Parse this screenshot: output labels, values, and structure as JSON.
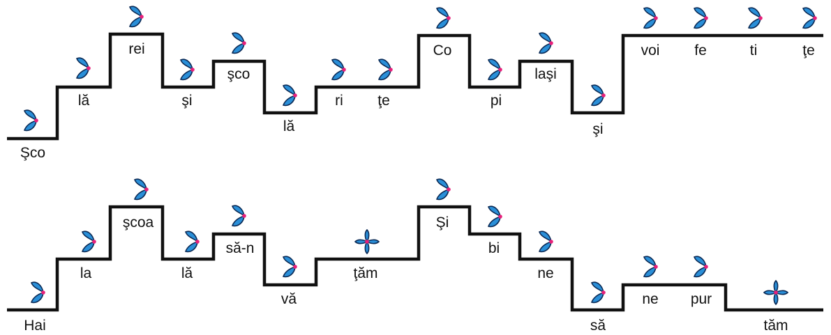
{
  "colors": {
    "line": "#111111",
    "petal_fill": "#2a8fd8",
    "petal_stroke": "#0b2a55",
    "dot": "#e8207a",
    "text": "#111111"
  },
  "rows": [
    {
      "syllables": [
        {
          "text": "Şco",
          "icon": "flower-two-petal-icon"
        },
        {
          "text": "lă",
          "icon": "flower-two-petal-icon"
        },
        {
          "text": "rei",
          "icon": "flower-two-petal-icon"
        },
        {
          "text": "şi",
          "icon": "flower-two-petal-icon"
        },
        {
          "text": "şco",
          "icon": "flower-two-petal-icon"
        },
        {
          "text": "lă",
          "icon": "flower-two-petal-icon"
        },
        {
          "text": "ri",
          "icon": "flower-two-petal-icon"
        },
        {
          "text": "ţe",
          "icon": "flower-two-petal-icon"
        },
        {
          "text": "Co",
          "icon": "flower-two-petal-icon"
        },
        {
          "text": "pi",
          "icon": "flower-two-petal-icon"
        },
        {
          "text": "laşi",
          "icon": "flower-two-petal-icon"
        },
        {
          "text": "şi",
          "icon": "flower-two-petal-icon"
        },
        {
          "text": "voi",
          "icon": "flower-two-petal-icon"
        },
        {
          "text": "fe",
          "icon": "flower-two-petal-icon"
        },
        {
          "text": "ti",
          "icon": "flower-two-petal-icon"
        },
        {
          "text": "ţe",
          "icon": "flower-two-petal-icon"
        }
      ]
    },
    {
      "syllables": [
        {
          "text": "Hai",
          "icon": "flower-two-petal-icon"
        },
        {
          "text": "la",
          "icon": "flower-two-petal-icon"
        },
        {
          "text": "şcoa",
          "icon": "flower-two-petal-icon"
        },
        {
          "text": "lă",
          "icon": "flower-two-petal-icon"
        },
        {
          "text": "să-n",
          "icon": "flower-two-petal-icon"
        },
        {
          "text": "vă",
          "icon": "flower-two-petal-icon"
        },
        {
          "text": "ţăm",
          "icon": "flower-four-petal-icon"
        },
        {
          "text": "Şi",
          "icon": "flower-two-petal-icon"
        },
        {
          "text": "bi",
          "icon": "flower-two-petal-icon"
        },
        {
          "text": "ne",
          "icon": "flower-two-petal-icon"
        },
        {
          "text": "să",
          "icon": "flower-two-petal-icon"
        },
        {
          "text": "ne",
          "icon": "flower-two-petal-icon"
        },
        {
          "text": "pur",
          "icon": "flower-two-petal-icon"
        },
        {
          "text": "tăm",
          "icon": "flower-four-petal-icon"
        }
      ]
    }
  ]
}
